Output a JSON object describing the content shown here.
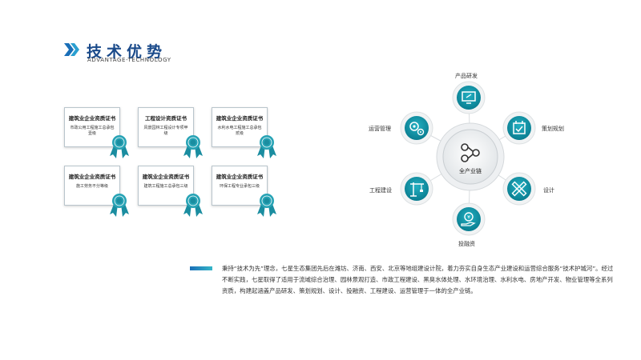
{
  "header": {
    "title": "技术优势",
    "subtitle": "ADVANTAGE-TECHNOLOGY"
  },
  "certificates": [
    {
      "title": "建筑业企业资质证书",
      "body": "市政公用工程施工总承包壹级"
    },
    {
      "title": "工程设计资质证书",
      "body": "风景园林工程设计专项甲级"
    },
    {
      "title": "建筑业企业资质证书",
      "body": "水利水电工程施工总承包贰级"
    },
    {
      "title": "建筑业企业资质证书",
      "body": "施工劳务不分等级"
    },
    {
      "title": "建筑业企业资质证书",
      "body": "建筑工程施工总承包三级"
    },
    {
      "title": "建筑业企业资质证书",
      "body": "环保工程专业承包三级"
    }
  ],
  "industry_chain": {
    "center": "全产业链",
    "nodes": [
      {
        "label": "产品研发",
        "icon": "monitor-icon"
      },
      {
        "label": "策划规划",
        "icon": "calendar-check-icon"
      },
      {
        "label": "设计",
        "icon": "ruler-pencil-icon"
      },
      {
        "label": "投融资",
        "icon": "money-hand-icon"
      },
      {
        "label": "工程建设",
        "icon": "crane-icon"
      },
      {
        "label": "运营管理",
        "icon": "gears-icon"
      }
    ]
  },
  "description": "秉持“技术为先”理念，七星生态集团先后在潍坊、济南、西安、北京等地组建设计院，着力夯实自身生态产业建设和运营综合服务“技术护城河”。经过不断实践，七星取得了适用于流域综合治理、园林景观打造、市政工程建设、黑臭水体处理、水环境治理、水利水电、房地产开发、物业管理等全系列资质，构建起涵盖产品研发、策划规划、设计、投融资、工程建设、运营管理于一体的全产业链。",
  "colors": {
    "accent": "#1a4a8a",
    "teal": "#1596a8",
    "teal_dark": "#0b7f92"
  }
}
